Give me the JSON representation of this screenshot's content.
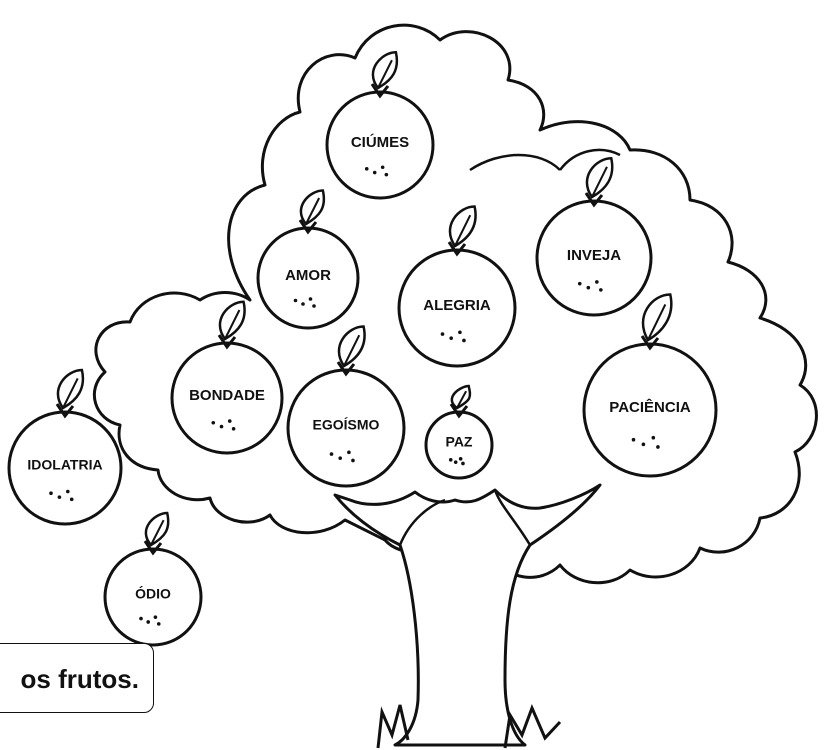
{
  "fruits": [
    {
      "key": "ciumes",
      "label": "CIÚMES"
    },
    {
      "key": "amor",
      "label": "AMOR"
    },
    {
      "key": "alegria",
      "label": "ALEGRIA"
    },
    {
      "key": "inveja",
      "label": "INVEJA"
    },
    {
      "key": "bondade",
      "label": "BONDADE"
    },
    {
      "key": "egoismo",
      "label": "EGOÍSMO"
    },
    {
      "key": "paz",
      "label": "PAZ"
    },
    {
      "key": "paciencia",
      "label": "PACIÊNCIA"
    },
    {
      "key": "idolatria",
      "label": "IDOLATRIA"
    },
    {
      "key": "odio",
      "label": "ÓDIO"
    }
  ],
  "caption": {
    "text": "os frutos."
  },
  "colors": {
    "ink": "#111111",
    "paper": "#ffffff"
  }
}
